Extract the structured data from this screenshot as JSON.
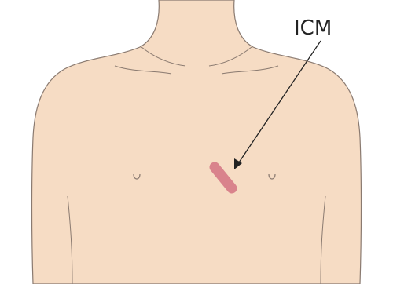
{
  "diagram": {
    "callout_label": "ICM",
    "colors": {
      "skin": "#f6dcc4",
      "outline": "#8a7a70",
      "device": "#d9838c",
      "arrow": "#222222",
      "background": "#ffffff"
    },
    "elements": {
      "torso": "torso-outline",
      "neck": "neck",
      "clavicles": "clavicle-lines",
      "nipples": "nipple-marks",
      "device": "implantable-cardiac-monitor",
      "arrow": "arrow-icon"
    }
  }
}
